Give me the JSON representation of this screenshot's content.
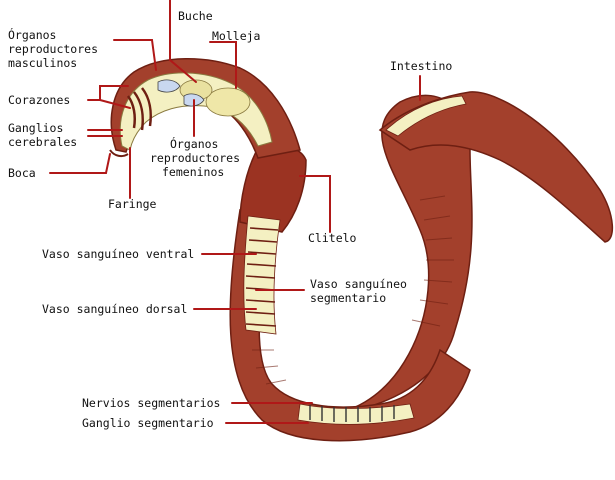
{
  "colors": {
    "body": "#a3402c",
    "body_dark": "#6e1f12",
    "interior": "#f4f0c2",
    "interior_shade": "#dcd49a",
    "leader": "#b01818",
    "text": "#111111"
  },
  "labels": {
    "organos_masc_1": "Órganos",
    "organos_masc_2": "reproductores",
    "organos_masc_3": "masculinos",
    "buche": "Buche",
    "molleja": "Molleja",
    "corazones": "Corazones",
    "ganglios_1": "Ganglios",
    "ganglios_2": "cerebrales",
    "boca": "Boca",
    "faringe": "Faringe",
    "organos_fem_1": "Órganos",
    "organos_fem_2": "reproductores",
    "organos_fem_3": "femeninos",
    "intestino": "Intestino",
    "clitelo": "Clitelo",
    "vaso_ventral": "Vaso sanguíneo ventral",
    "vaso_seg_1": "Vaso sanguíneo",
    "vaso_seg_2": "segmentario",
    "vaso_dorsal": "Vaso sanguíneo dorsal",
    "nervios": "Nervios segmentarios",
    "ganglio_seg": "Ganglio segmentario"
  }
}
